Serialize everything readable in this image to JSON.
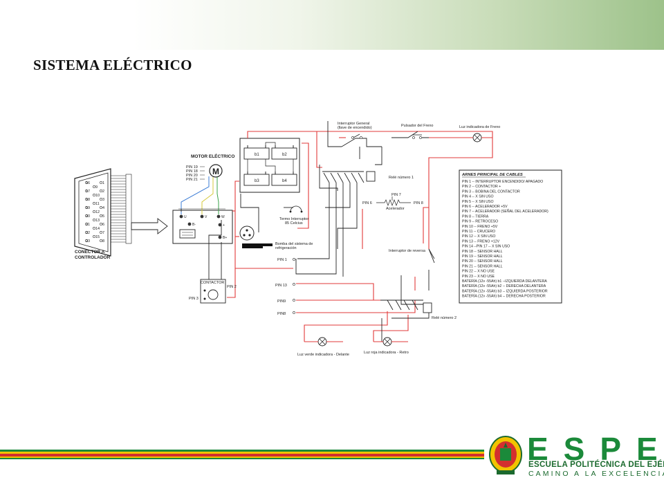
{
  "title": "SISTEMA ELÉCTRICO",
  "diagram": {
    "connector_label": "CONECTOR A CONTROLADOR",
    "connector_pins_left": [
      "16",
      "17",
      "18",
      "19",
      "20",
      "21",
      "22",
      "23"
    ],
    "connector_pins_right": [
      "1",
      "2",
      "3",
      "4",
      "5",
      "6",
      "7",
      "8"
    ],
    "connector_pins_mid": [
      "9",
      "10",
      "11",
      "12",
      "13",
      "14",
      "15"
    ],
    "motor_label": "MOTOR ELÉCTRICO",
    "motor_symbol": "M",
    "motor_pins": [
      "PIN 19",
      "PIN 18",
      "PIN 20",
      "PIN 21"
    ],
    "controller_terminals": [
      "U",
      "V",
      "W",
      "B-",
      "+",
      "B+"
    ],
    "batteries": [
      "b1",
      "b2",
      "b3",
      "b4"
    ],
    "switch_general": "Interruptor General (llave de encendido)",
    "brake_switch": "Pulsador del Freno",
    "brake_light": "Luz indicadora de Freno",
    "relay1": "Relé número 1",
    "relay2": "Relé número 2",
    "throttle": "Acelerador",
    "pin7": "PIN 7",
    "pin6": "PIN 6",
    "pin8_throttle": "PIN 8",
    "thermo": "Termo Interruptor 85 Celcius",
    "pump": "Bomba del sistema de refrigeración",
    "reverse_switch": "Interruptor de reversa",
    "contactor": "CONTACTOR",
    "pin1": "PIN 1",
    "pin2": "PIN 2",
    "pin3": "PIN 3",
    "pin13": "PIN 13",
    "pin9": "PIN9",
    "pin8": "PIN8",
    "green_light": "Luz verde indicadora - Delante",
    "red_light": "Luz roja indicadora - Retro"
  },
  "harness": {
    "title": "ARNES PRINCIPAL DE CABLES",
    "lines": [
      "PIN 1 -- INTERRUPTOR ENCENDIDO/ APAGADO",
      "PIN 2 -- CONTACTOR +",
      "PIN 3 -- BOBINA DEL CONTACTOR",
      "PIN 4 -- X SIN USO",
      "PIN 5 -- X SIN USO",
      "PIN 6 -- ACELERADOR +5V",
      "PIN 7 -- ACELERADOR (SEÑAL DEL ACELERADOR)",
      "PIN 8 -- TIERRA",
      "PIN 9 -- RETROCESO",
      "PIN 10 -- FRENO +5V",
      "PIN 11 -- CRUCERO",
      "PIN 12 -- X SIN USO",
      "PIN 13 -- FRENO +12V",
      "PIN 14 --PIN 17 -- X SIN USO",
      "PIN 18 -- SENSOR HALL",
      "PIN 19 -- SENSOR HALL",
      "PIN 20 -- SENSOR HALL",
      "PIN 21 -- SENSOR HALL",
      "PIN 22 -- X NO USE",
      "PIN 23 -- X NO USE",
      "BATERÍA (12v -55Ah) b1 --IZQUIERDA DELANTERA",
      "BATERÍA (12v -55Ah) b2 -- DERECHA DELANTERA",
      "BATERÍA (12v -55Ah) b3 -- IZQUIERDA POSTERIOR",
      "BATERÍA (12v -55Ah) b4 -- DERECHA POSTERIOR"
    ]
  },
  "footer": {
    "brand": "ESPE",
    "subtitle": "ESCUELA POLITÉCNICA DEL EJÉRCITO",
    "motto": "CAMINO A LA EXCELENCIA"
  },
  "colors": {
    "wire_red": "#e23a3a",
    "wire_black": "#222222",
    "brand_green": "#1b8a3a",
    "brand_red": "#d32f2f",
    "brand_yellow": "#f2c300"
  }
}
